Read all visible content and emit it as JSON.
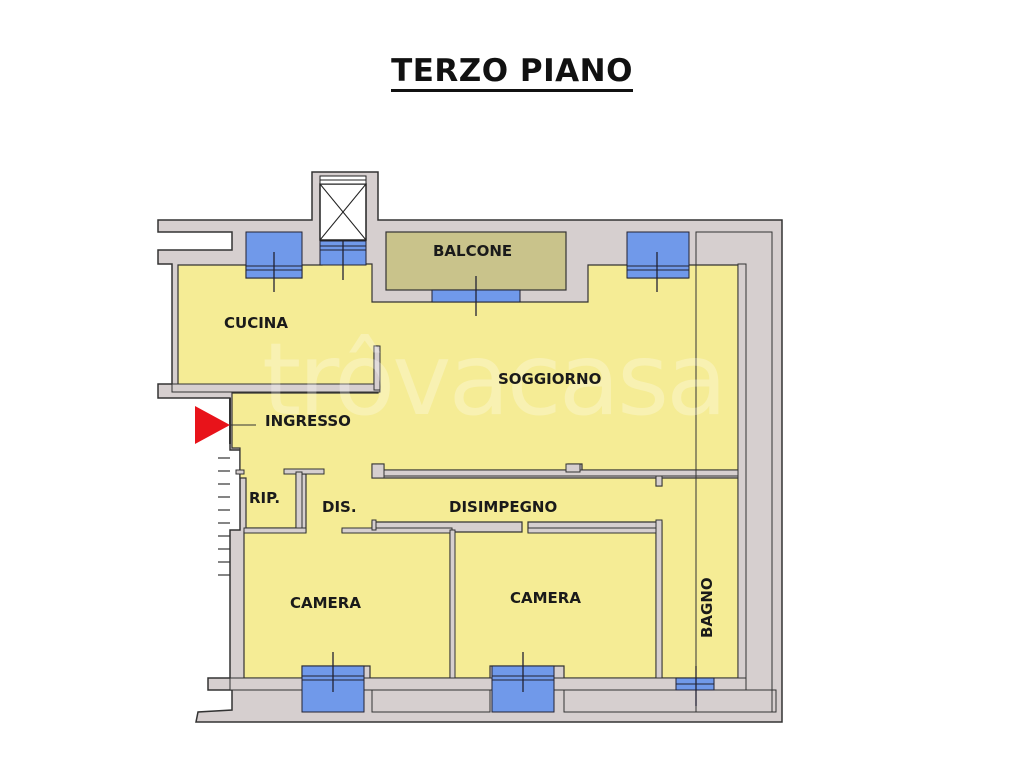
{
  "title": "TERZO PIANO",
  "watermark": "trôvacasa",
  "colors": {
    "room_fill": "#f5ec95",
    "wall_fill": "#d6cfcf",
    "wall_stroke": "#333333",
    "window_fill": "#7099ea",
    "balcony_fill": "#c9c38b",
    "entrance_arrow": "#e8131a"
  },
  "rooms": [
    {
      "name": "CUCINA"
    },
    {
      "name": "SOGGIORNO"
    },
    {
      "name": "BALCONE"
    },
    {
      "name": "INGRESSO"
    },
    {
      "name": "RIP."
    },
    {
      "name": "DIS."
    },
    {
      "name": "DISIMPEGNO"
    },
    {
      "name": "CAMERA"
    },
    {
      "name": "CAMERA"
    },
    {
      "name": "BAGNO"
    }
  ],
  "icons": {
    "entrance": "entrance-arrow-icon",
    "elevator": "elevator-shaft-icon"
  }
}
